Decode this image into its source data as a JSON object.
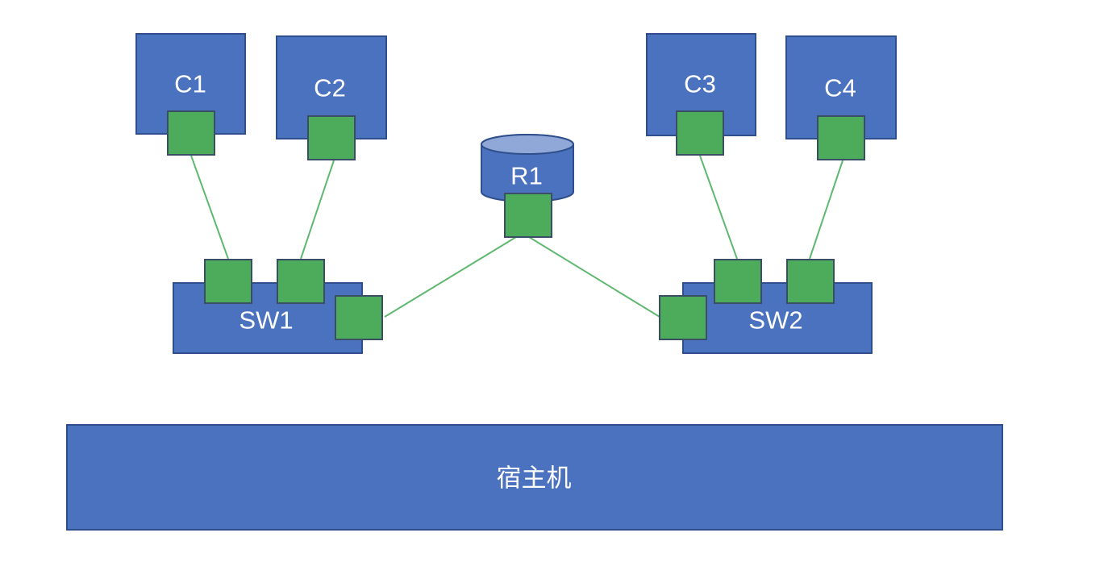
{
  "containers": [
    {
      "id": "c1",
      "label": "C1"
    },
    {
      "id": "c2",
      "label": "C2"
    },
    {
      "id": "c3",
      "label": "C3"
    },
    {
      "id": "c4",
      "label": "C4"
    }
  ],
  "router": {
    "label": "R1"
  },
  "switches": [
    {
      "id": "sw1",
      "label": "SW1"
    },
    {
      "id": "sw2",
      "label": "SW2"
    }
  ],
  "host": {
    "label": "宿主机"
  },
  "colors": {
    "node_fill": "#4a72bf",
    "node_border": "#2f4f8c",
    "port_fill": "#4cac5c",
    "link": "#5fb870",
    "text": "#ffffff"
  }
}
